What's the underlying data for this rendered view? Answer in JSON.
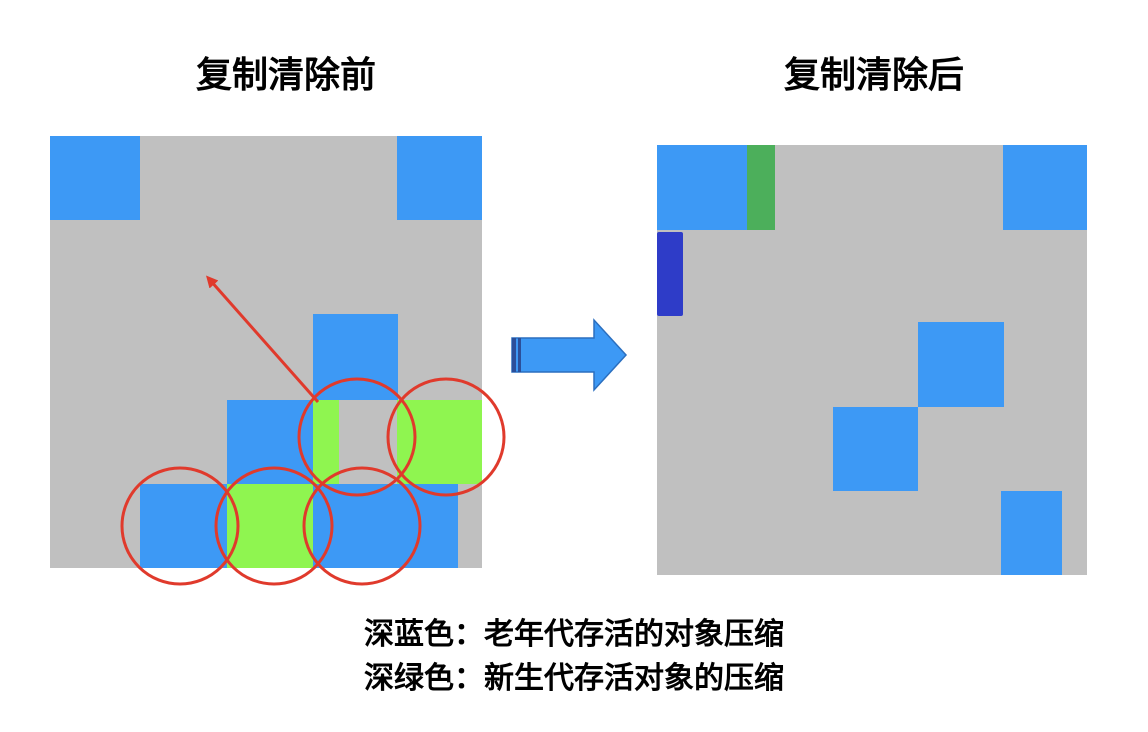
{
  "titles": {
    "before": "复制清除前",
    "after": "复制清除后"
  },
  "legend": {
    "line1": "深蓝色：老年代存活的对象压缩",
    "line2": "深绿色：新生代存活对象的压缩"
  },
  "colors": {
    "background_region": "#c0c0c0",
    "live_object": "#3d99f5",
    "copied_young": "#8ff550",
    "annotation_red": "#e03a2c",
    "compacted_old_dark_blue": "#2e3cc8",
    "compacted_young_dark_green": "#4caf5b",
    "transition_arrow": "#3d99f5"
  }
}
